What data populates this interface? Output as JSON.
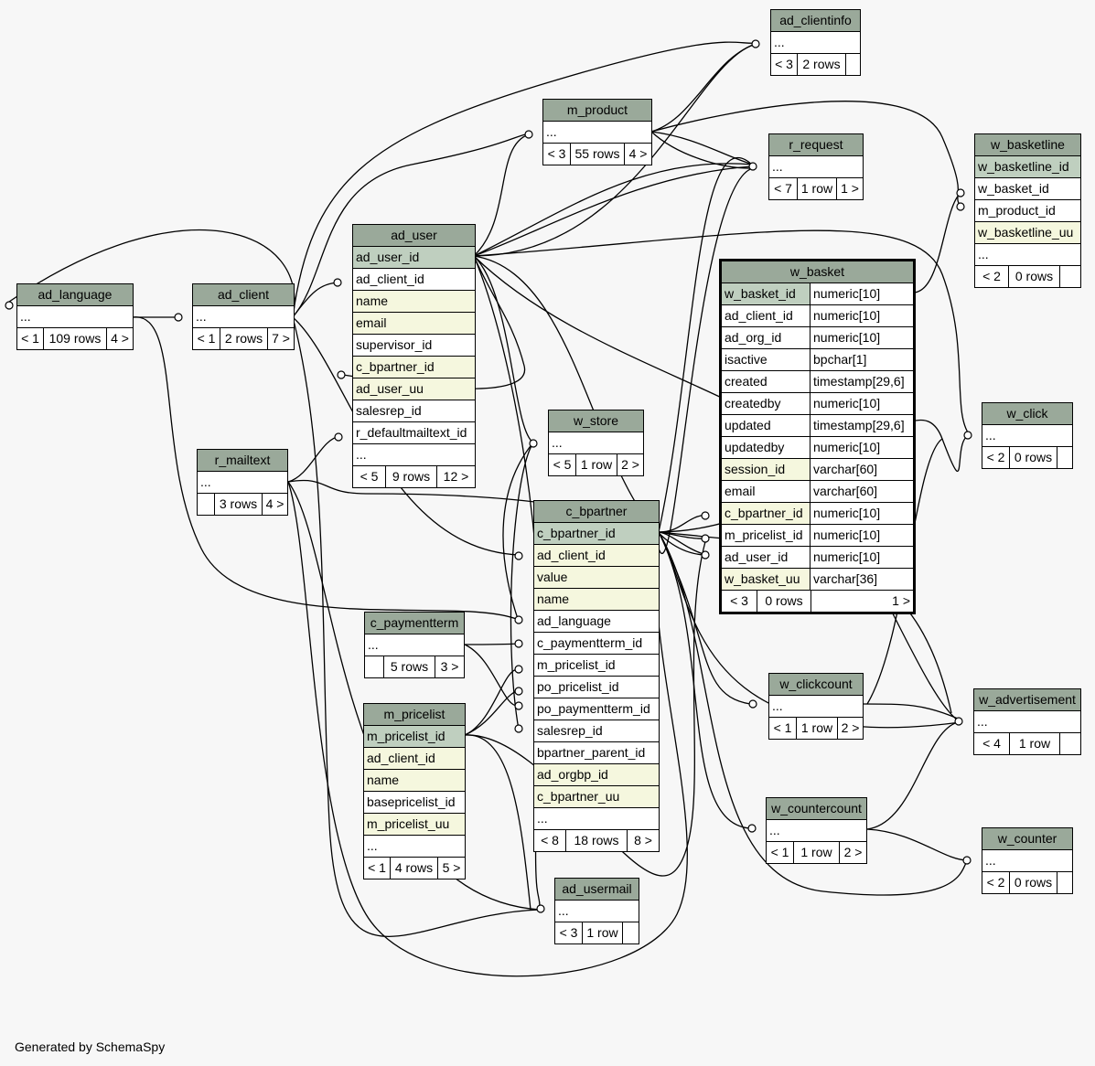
{
  "footer_text": "Generated by SchemaSpy",
  "tables": {
    "ad_clientinfo": {
      "title": "ad_clientinfo",
      "rows": [
        "..."
      ],
      "foot": [
        "< 3",
        "2 rows",
        ""
      ]
    },
    "m_product": {
      "title": "m_product",
      "rows": [
        "..."
      ],
      "foot": [
        "< 3",
        "55 rows",
        "4 >"
      ]
    },
    "r_request": {
      "title": "r_request",
      "rows": [
        "..."
      ],
      "foot": [
        "< 7",
        "1 row",
        "1 >"
      ]
    },
    "w_basketline": {
      "title": "w_basketline",
      "rows": [
        "w_basketline_id",
        "w_basket_id",
        "m_product_id",
        "w_basketline_uu",
        "..."
      ],
      "foot": [
        "< 2",
        "0 rows",
        ""
      ]
    },
    "ad_user": {
      "title": "ad_user",
      "rows": [
        "ad_user_id",
        "ad_client_id",
        "name",
        "email",
        "supervisor_id",
        "c_bpartner_id",
        "ad_user_uu",
        "salesrep_id",
        "r_defaultmailtext_id",
        "..."
      ],
      "foot": [
        "< 5",
        "9 rows",
        "12 >"
      ]
    },
    "ad_language": {
      "title": "ad_language",
      "rows": [
        "..."
      ],
      "foot": [
        "< 1",
        "109 rows",
        "4 >"
      ]
    },
    "ad_client": {
      "title": "ad_client",
      "rows": [
        "..."
      ],
      "foot": [
        "< 1",
        "2 rows",
        "7 >"
      ]
    },
    "w_basket": {
      "title": "w_basket",
      "columns": [
        {
          "name": "w_basket_id",
          "type": "numeric[10]"
        },
        {
          "name": "ad_client_id",
          "type": "numeric[10]"
        },
        {
          "name": "ad_org_id",
          "type": "numeric[10]"
        },
        {
          "name": "isactive",
          "type": "bpchar[1]"
        },
        {
          "name": "created",
          "type": "timestamp[29,6]"
        },
        {
          "name": "createdby",
          "type": "numeric[10]"
        },
        {
          "name": "updated",
          "type": "timestamp[29,6]"
        },
        {
          "name": "updatedby",
          "type": "numeric[10]"
        },
        {
          "name": "session_id",
          "type": "varchar[60]"
        },
        {
          "name": "email",
          "type": "varchar[60]"
        },
        {
          "name": "c_bpartner_id",
          "type": "numeric[10]"
        },
        {
          "name": "m_pricelist_id",
          "type": "numeric[10]"
        },
        {
          "name": "ad_user_id",
          "type": "numeric[10]"
        },
        {
          "name": "w_basket_uu",
          "type": "varchar[36]"
        }
      ],
      "foot": [
        "< 3",
        "0 rows",
        "1 >"
      ]
    },
    "w_click": {
      "title": "w_click",
      "rows": [
        "..."
      ],
      "foot": [
        "< 2",
        "0 rows",
        ""
      ]
    },
    "w_store": {
      "title": "w_store",
      "rows": [
        "..."
      ],
      "foot": [
        "< 5",
        "1 row",
        "2 >"
      ]
    },
    "r_mailtext": {
      "title": "r_mailtext",
      "rows": [
        "..."
      ],
      "foot": [
        "",
        "3 rows",
        "4 >"
      ]
    },
    "c_bpartner": {
      "title": "c_bpartner",
      "rows": [
        "c_bpartner_id",
        "ad_client_id",
        "value",
        "name",
        "ad_language",
        "c_paymentterm_id",
        "m_pricelist_id",
        "po_pricelist_id",
        "po_paymentterm_id",
        "salesrep_id",
        "bpartner_parent_id",
        "ad_orgbp_id",
        "c_bpartner_uu",
        "..."
      ],
      "foot": [
        "< 8",
        "18 rows",
        "8 >"
      ]
    },
    "c_paymentterm": {
      "title": "c_paymentterm",
      "rows": [
        "..."
      ],
      "foot": [
        "",
        "5 rows",
        "3 >"
      ]
    },
    "m_pricelist": {
      "title": "m_pricelist",
      "rows": [
        "m_pricelist_id",
        "ad_client_id",
        "name",
        "basepricelist_id",
        "m_pricelist_uu",
        "..."
      ],
      "foot": [
        "< 1",
        "4 rows",
        "5 >"
      ]
    },
    "w_clickcount": {
      "title": "w_clickcount",
      "rows": [
        "..."
      ],
      "foot": [
        "< 1",
        "1 row",
        "2 >"
      ]
    },
    "w_advertisement": {
      "title": "w_advertisement",
      "rows": [
        "..."
      ],
      "foot": [
        "< 4",
        "1 row",
        ""
      ]
    },
    "w_countercount": {
      "title": "w_countercount",
      "rows": [
        "..."
      ],
      "foot": [
        "< 1",
        "1 row",
        "2 >"
      ]
    },
    "w_counter": {
      "title": "w_counter",
      "rows": [
        "..."
      ],
      "foot": [
        "< 2",
        "0 rows",
        ""
      ]
    },
    "ad_usermail": {
      "title": "ad_usermail",
      "rows": [
        "..."
      ],
      "foot": [
        "< 3",
        "1 row",
        ""
      ]
    }
  }
}
